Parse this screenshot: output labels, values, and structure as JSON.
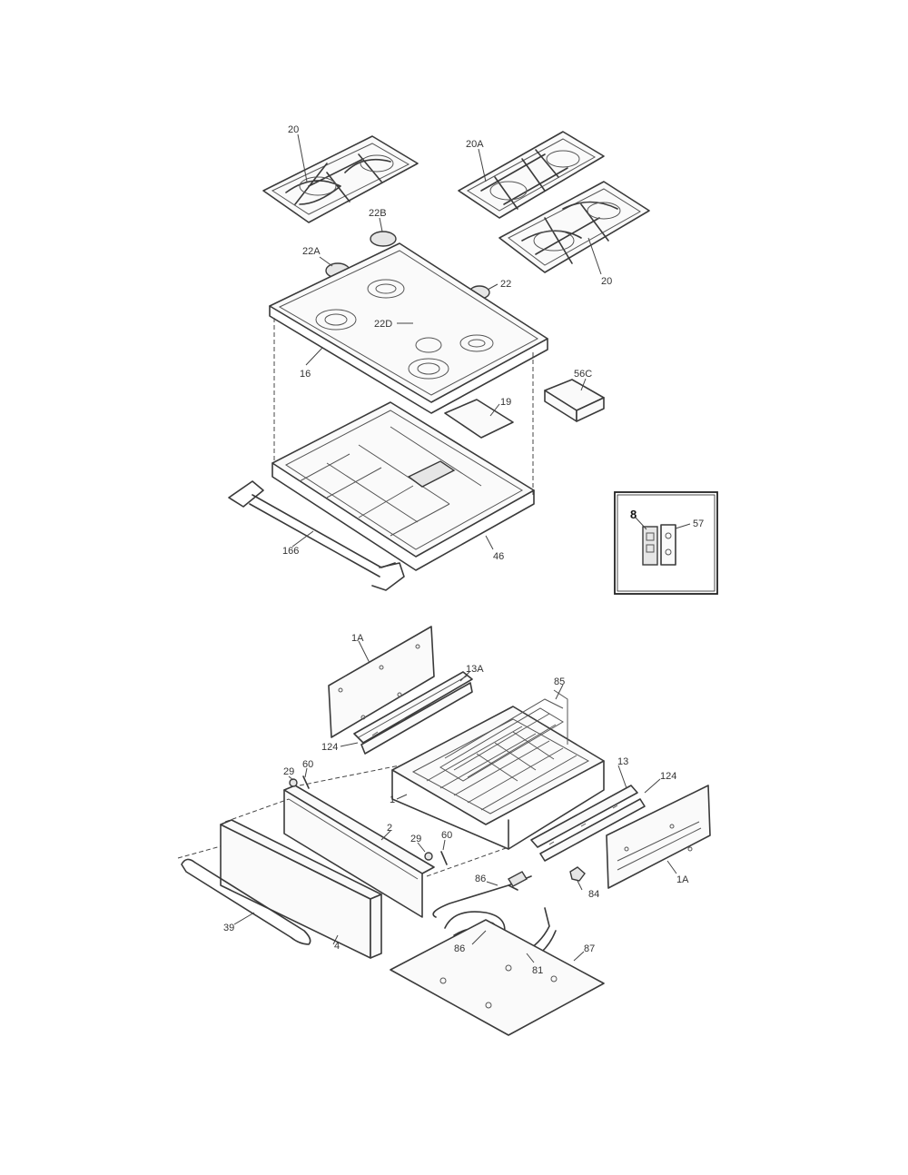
{
  "labels": {
    "grate_left": "20",
    "grate_right_top": "20A",
    "grate_right_bottom": "20",
    "cap_22b": "22B",
    "cap_22a": "22A",
    "cap_22": "22",
    "cap_22d": "22D",
    "cooktop": "16",
    "panel_19": "19",
    "part_56c": "56C",
    "trim_166": "166",
    "body_46": "46",
    "inset_8": "8",
    "inset_57": "57",
    "side_1a_top": "1A",
    "slide_13a": "13A",
    "rack_85": "85",
    "slide_124_left": "124",
    "slide_13": "13",
    "slide_124_right": "124",
    "screw_29_left": "29",
    "screw_60_left": "60",
    "drawer_1": "1",
    "drawer_back_2": "2",
    "screw_29_right": "29",
    "screw_60_right": "60",
    "handle_39": "39",
    "drawer_front_4": "4",
    "clip_86_top": "86",
    "knob_84": "84",
    "side_1a_bottom": "1A",
    "clip_86_bottom": "86",
    "element_81": "81",
    "plate_87": "87"
  }
}
